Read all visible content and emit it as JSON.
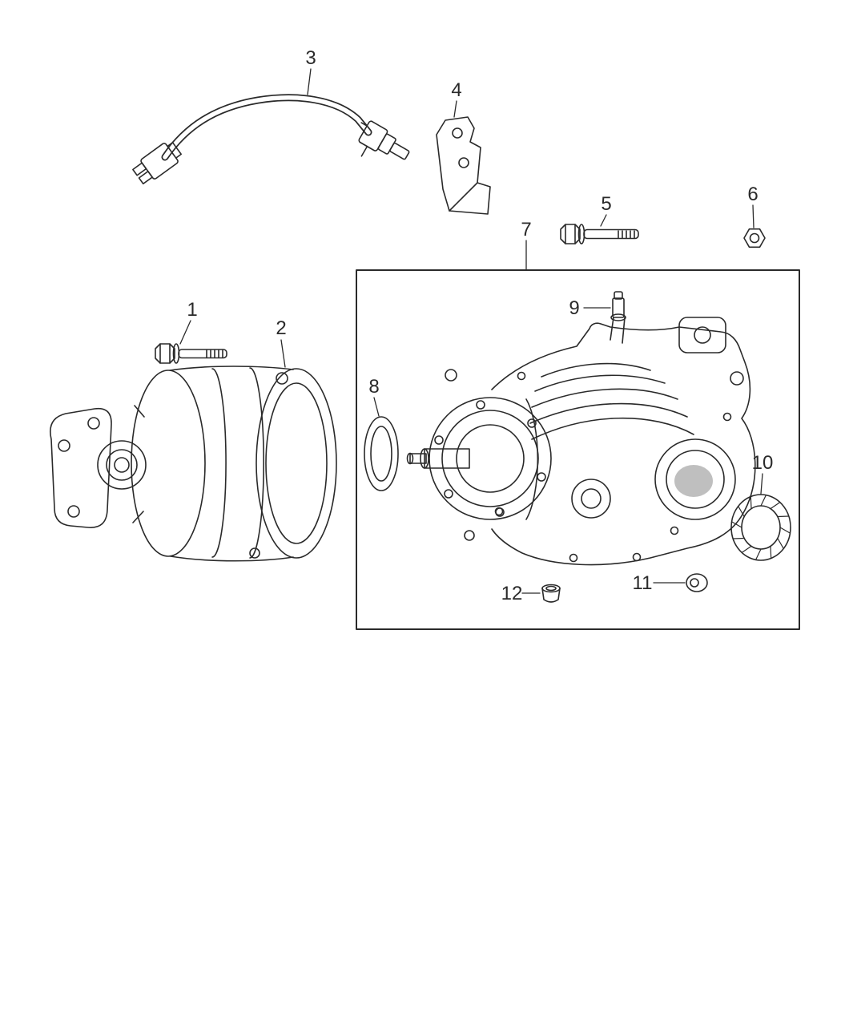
{
  "figure": {
    "background_color": "#ffffff",
    "line_color": "#2a2a2a"
  },
  "callouts": {
    "c1": "1",
    "c2": "2",
    "c3": "3",
    "c4": "4",
    "c5": "5",
    "c6": "6",
    "c7": "7",
    "c8": "8",
    "c9": "9",
    "c10": "10",
    "c11": "11",
    "c12": "12"
  }
}
